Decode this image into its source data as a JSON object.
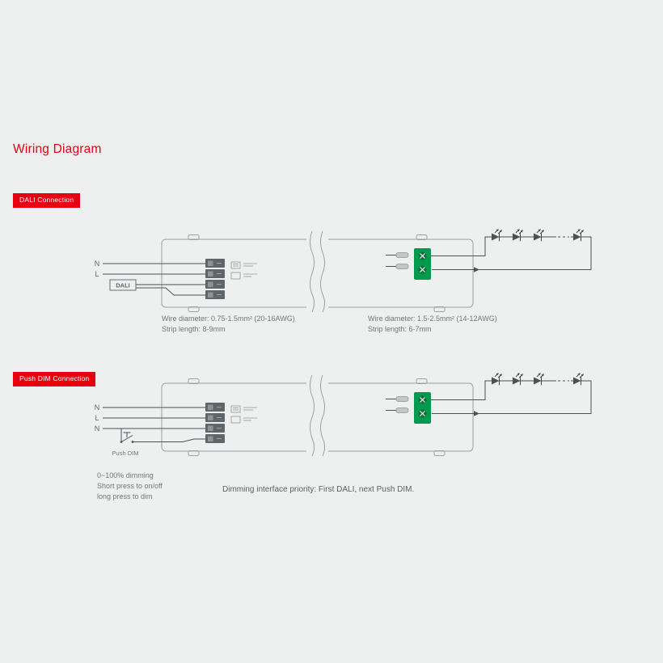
{
  "page": {
    "title": "Wiring Diagram",
    "background": "#eef0f0"
  },
  "colors": {
    "accent_red": "#e60012",
    "terminal_green": "#009a4e",
    "body_line_gray": "#9aa0a3",
    "wire_gray": "#4c5154"
  },
  "sections": {
    "dali": {
      "badge": "DALI Connection",
      "labels": {
        "n": "N",
        "l": "L",
        "dali": "DALI"
      },
      "input_note": {
        "0": "Wire diameter: 0.75-1.5mm² (20-16AWG)",
        "1": "Strip length: 8-9mm"
      },
      "output_note": {
        "0": "Wire diameter: 1.5-2.5mm² (14-12AWG)",
        "1": "Strip length: 6-7mm"
      }
    },
    "push": {
      "badge": "Push DIM Connection",
      "labels": {
        "n1": "N",
        "l": "L",
        "n2": "N",
        "push": "Push DIM"
      },
      "dimming_note": {
        "0": "0~100% dimming",
        "1": "Short press to on/off",
        "2": "long press to dim"
      }
    }
  },
  "footer": {
    "priority": "Dimming interface priority: First DALI, next Push DIM."
  }
}
